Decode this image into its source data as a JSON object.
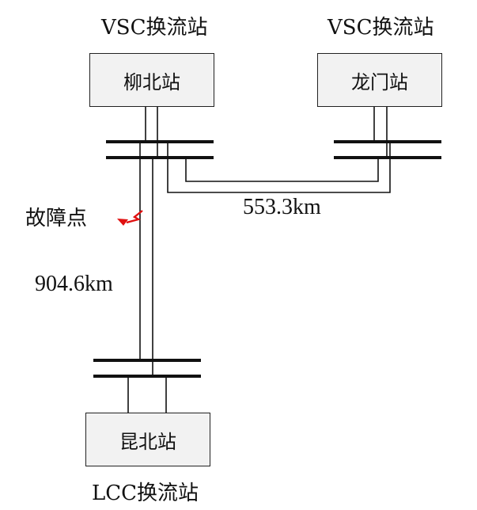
{
  "colors": {
    "line": "#111111",
    "box_fill": "#f2f2f2",
    "fault": "#e01010"
  },
  "stations": {
    "liubei": {
      "type_label": "VSC换流站",
      "name": "柳北站"
    },
    "longmen": {
      "type_label": "VSC换流站",
      "name": "龙门站"
    },
    "kunbei": {
      "type_label": "LCC换流站",
      "name": "昆北站"
    }
  },
  "lines": {
    "liubei_longmen_length": "553.3km",
    "kunbei_liubei_length": "904.6km"
  },
  "fault": {
    "label": "故障点",
    "icon": "lightning-icon"
  }
}
